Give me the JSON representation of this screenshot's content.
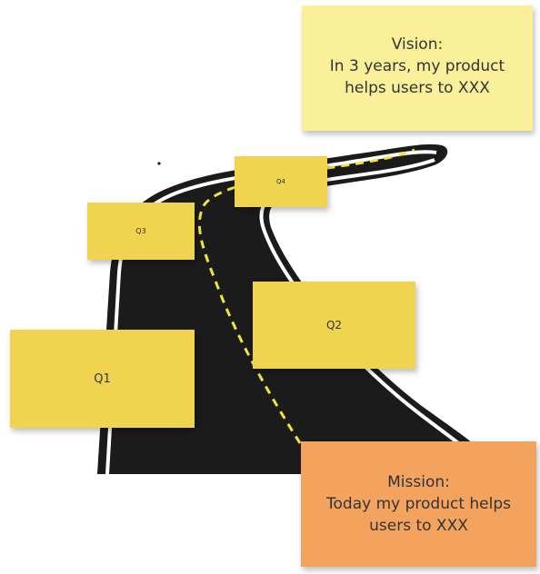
{
  "colors": {
    "road": "#1b1b1b",
    "road_edge": "#ffffff",
    "center_line": "#f3e33f",
    "quarter_note": "#f0d34f",
    "vision_note": "#fbf09a",
    "mission_note": "#f3a35e"
  },
  "vision": {
    "text": "Vision:\nIn 3 years, my product\n helps users to XXX"
  },
  "mission": {
    "text": "Mission:\nToday my product  helps\nusers to XXX"
  },
  "quarters": {
    "q1": "Q1",
    "q2": "Q2",
    "q3": "Q3",
    "q4": "Q4"
  }
}
